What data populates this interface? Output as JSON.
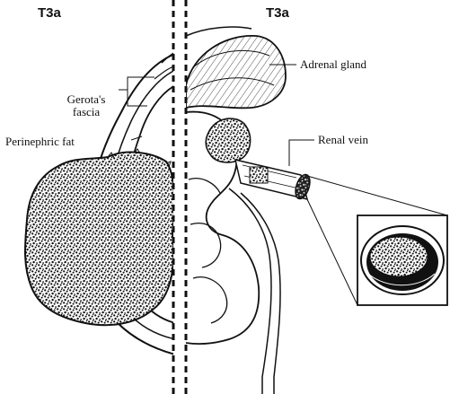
{
  "panels": {
    "left_title": "T3a",
    "right_title": "T3a"
  },
  "labels": {
    "gerotas_fascia": [
      "Gerota's",
      "fascia"
    ],
    "perinephric_fat": "Perinephric fat",
    "adrenal_gland": "Adrenal gland",
    "renal_vein": "Renal vein"
  }
}
